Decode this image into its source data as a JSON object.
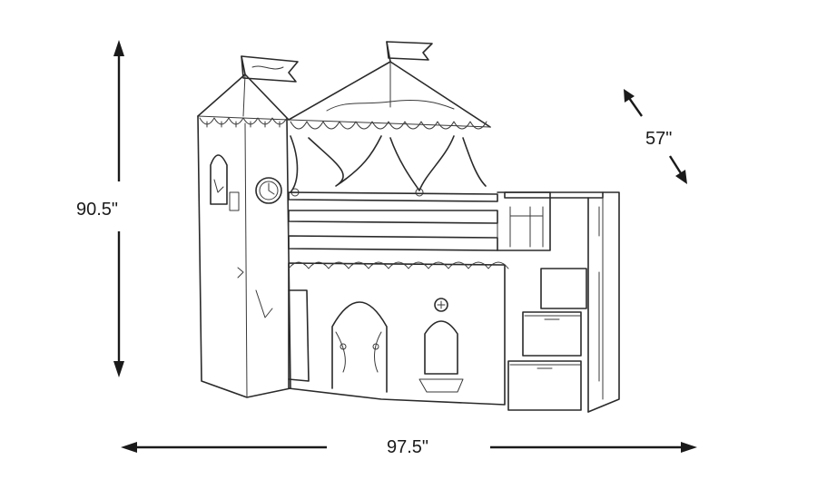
{
  "dimensions": {
    "height": "90.5\"",
    "depth": "57\"",
    "width": "97.5\""
  },
  "colors": {
    "ink": "#2a2a2a",
    "background": "#ffffff"
  },
  "icons": {
    "product": "castle-loft-bed-icon"
  }
}
